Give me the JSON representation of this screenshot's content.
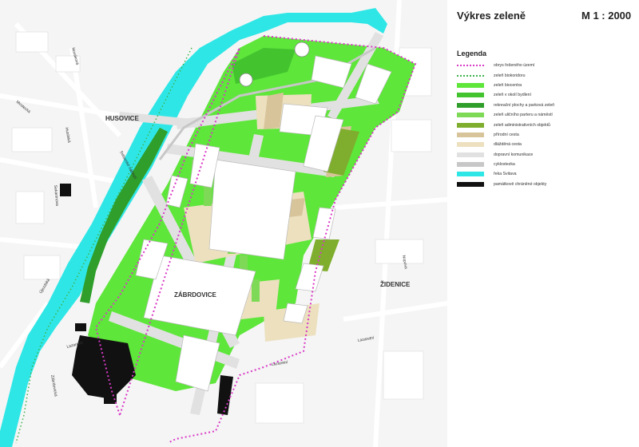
{
  "title": "Výkres zeleně",
  "scale": "M  1 : 2000",
  "legend": {
    "title": "Legenda",
    "items": [
      {
        "label": "obrys řešeného území",
        "color": "#d93ac7",
        "style": "dotted"
      },
      {
        "label": "zeleň biokoridoru",
        "color": "#3cb44b",
        "style": "dotted"
      },
      {
        "label": "zeleň biocentra",
        "color": "#5ee63a",
        "style": "fill"
      },
      {
        "label": "zeleň v okolí bydlení",
        "color": "#43c42f",
        "style": "fill"
      },
      {
        "label": "rekreační plochy a parková zeleň",
        "color": "#2f9e2a",
        "style": "fill"
      },
      {
        "label": "zeleň uličního parteru a náměstí",
        "color": "#7ed957",
        "style": "fill"
      },
      {
        "label": "zeleň administrativních objektů",
        "color": "#7fae2e",
        "style": "fill"
      },
      {
        "label": "přírodní cesta",
        "color": "#d8c49a",
        "style": "fill"
      },
      {
        "label": "dlážděná cesta",
        "color": "#ece0bf",
        "style": "fill"
      },
      {
        "label": "dopravní komunikace",
        "color": "#e1e1e1",
        "style": "fill"
      },
      {
        "label": "cyklostezka",
        "color": "#c7c7c7",
        "style": "fill"
      },
      {
        "label": "řeka Svitava",
        "color": "#2fe6e6",
        "style": "fill"
      },
      {
        "label": "památkově chráněné objekty",
        "color": "#111111",
        "style": "fill"
      }
    ]
  },
  "districts": {
    "husovice": "HUSOVICE",
    "zabrdovice": "ZÁBRDOVICE",
    "zidenice": "ŽIDENICE"
  },
  "streets": {
    "novakova": "Nováková",
    "mostecka": "Mostecká",
    "husitska": "Husitská",
    "svitavske_nabrezi": "Svitavské nábřeží",
    "sekaninova": "Sekaninova",
    "ujezd": "Újezdská",
    "lazaretni_left": "Lazaretní",
    "lazaretni_right": "Lazaretní",
    "zabrdovicka": "Zábrdovická",
    "lazaretni_mid": "Lazaretní",
    "nopova": "Nopova"
  }
}
